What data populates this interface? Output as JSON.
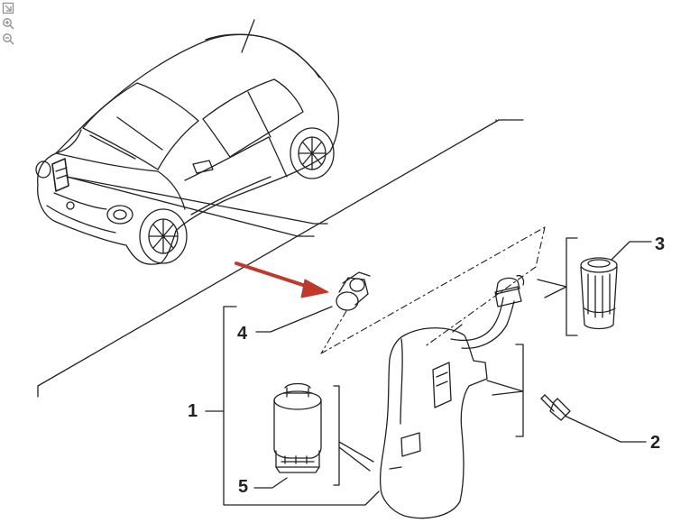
{
  "toolbar": {
    "items": [
      {
        "name": "fit-to-page-icon"
      },
      {
        "name": "zoom-in-icon"
      },
      {
        "name": "zoom-out-icon"
      }
    ]
  },
  "callouts": [
    {
      "id": "1",
      "label": "1",
      "part": "washer-fluid-reservoir-assembly"
    },
    {
      "id": "2",
      "label": "2",
      "part": "mounting-bolt"
    },
    {
      "id": "3",
      "label": "3",
      "part": "filler-cap"
    },
    {
      "id": "4",
      "label": "4",
      "part": "grommet"
    },
    {
      "id": "5",
      "label": "5",
      "part": "washer-pump"
    }
  ],
  "colors": {
    "line": "#222222",
    "highlight_arrow": "#c0392b",
    "toolbar_icon": "#8a8a8a"
  }
}
